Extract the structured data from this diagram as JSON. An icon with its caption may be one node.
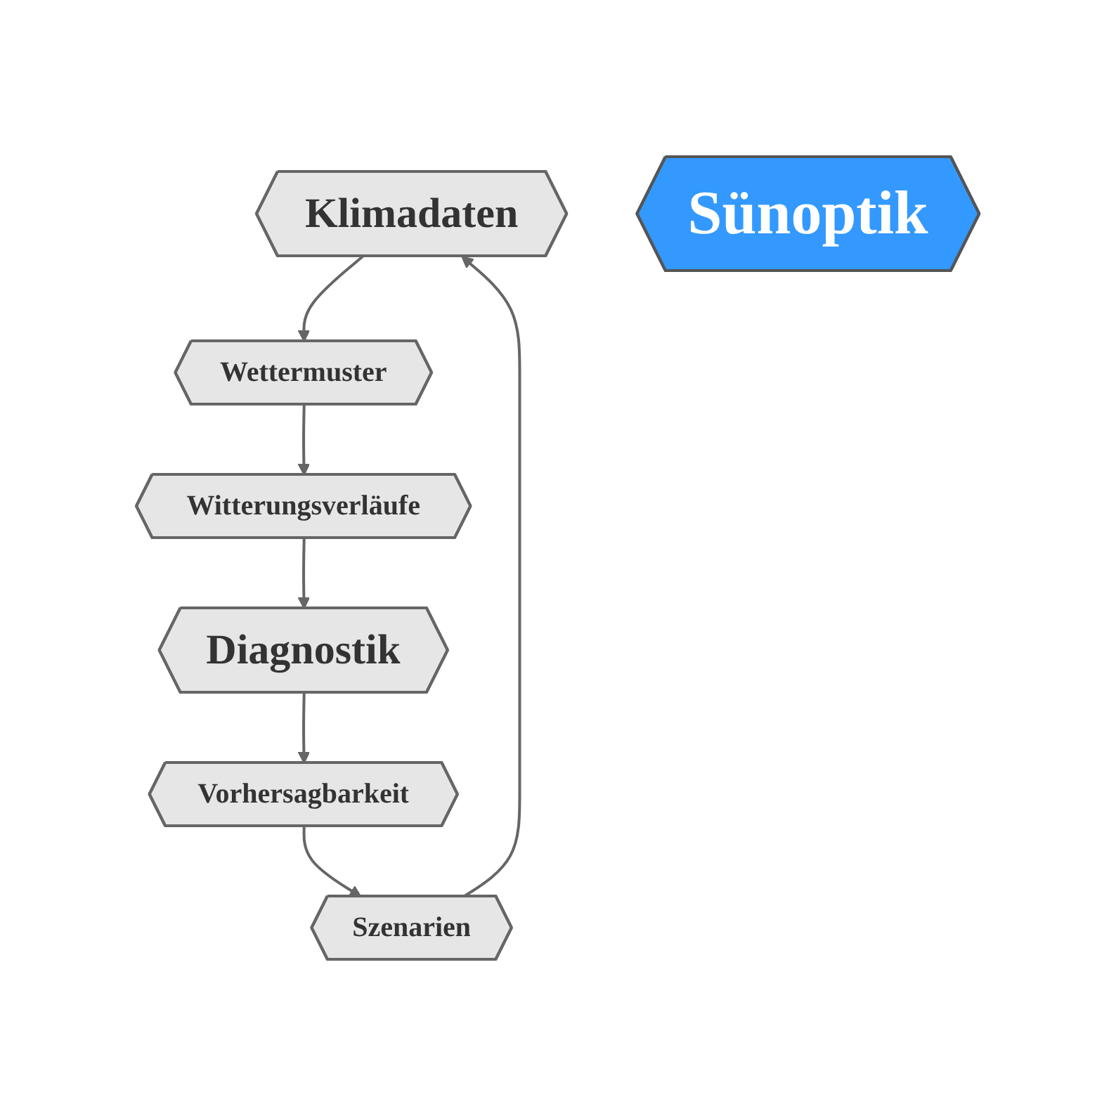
{
  "diagram": {
    "nodes": [
      {
        "text": [
          "Klimadaten"
        ]
      },
      {
        "text": [
          "Szenarien"
        ]
      },
      {
        "text": [
          "Wettermuster"
        ]
      },
      {
        "text": [
          "Sünoptik"
        ]
      },
      {
        "text": [
          "Vorhersagbarkeit"
        ]
      },
      {
        "text": [
          "Witterungsverläufe"
        ]
      },
      {
        "text": [
          "Diagnostik"
        ]
      }
    ],
    "edges": [
      {
        "from": 0,
        "to": 2,
        "arrow": "to"
      },
      {
        "from": 2,
        "to": 5,
        "arrow": "to"
      },
      {
        "from": 5,
        "to": 6,
        "arrow": "to"
      },
      {
        "from": 6,
        "to": 4,
        "arrow": "to"
      },
      {
        "from": 4,
        "to": 1,
        "arrow": "to"
      },
      {
        "from": 1,
        "to": 0,
        "arrow": "to"
      }
    ]
  }
}
